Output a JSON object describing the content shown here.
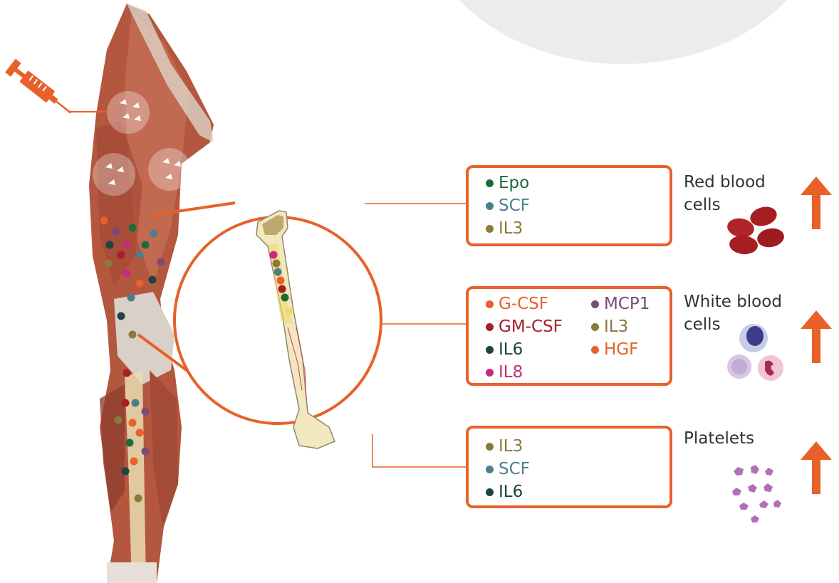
{
  "colors": {
    "accent": "#e8602a",
    "green": "#1e6b3a",
    "teal": "#4b7f8a",
    "olive": "#8a7a3a",
    "orange": "#e8602a",
    "red": "#a61e2a",
    "darkteal": "#1c4444",
    "magenta": "#c82a7c",
    "purple": "#7a4a78"
  },
  "boxes": [
    {
      "factors": [
        {
          "label": "Epo",
          "color": "#1e6b3a"
        },
        {
          "label": "SCF",
          "color": "#4b7f8a"
        },
        {
          "label": "IL3",
          "color": "#8a7a3a"
        }
      ],
      "label": "Red blood cells"
    },
    {
      "factors_left": [
        {
          "label": "G-CSF",
          "color": "#e8602a"
        },
        {
          "label": "GM-CSF",
          "color": "#a61e2a"
        },
        {
          "label": "IL6",
          "color": "#1c4444"
        },
        {
          "label": "IL8",
          "color": "#c82a7c"
        }
      ],
      "factors_right": [
        {
          "label": "MCP1",
          "color": "#7a4a78"
        },
        {
          "label": "IL3",
          "color": "#8a7a3a"
        },
        {
          "label": "HGF",
          "color": "#e8602a"
        }
      ],
      "label": "White blood cells"
    },
    {
      "factors": [
        {
          "label": "IL3",
          "color": "#8a7a3a"
        },
        {
          "label": "SCF",
          "color": "#4b7f8a"
        },
        {
          "label": "IL6",
          "color": "#1c4444"
        }
      ],
      "label": "Platelets"
    }
  ],
  "labels": {
    "red_line1": "Red blood",
    "red_line2": "cells",
    "white_line1": "White blood",
    "white_line2": "cells",
    "platelets": "Platelets"
  }
}
